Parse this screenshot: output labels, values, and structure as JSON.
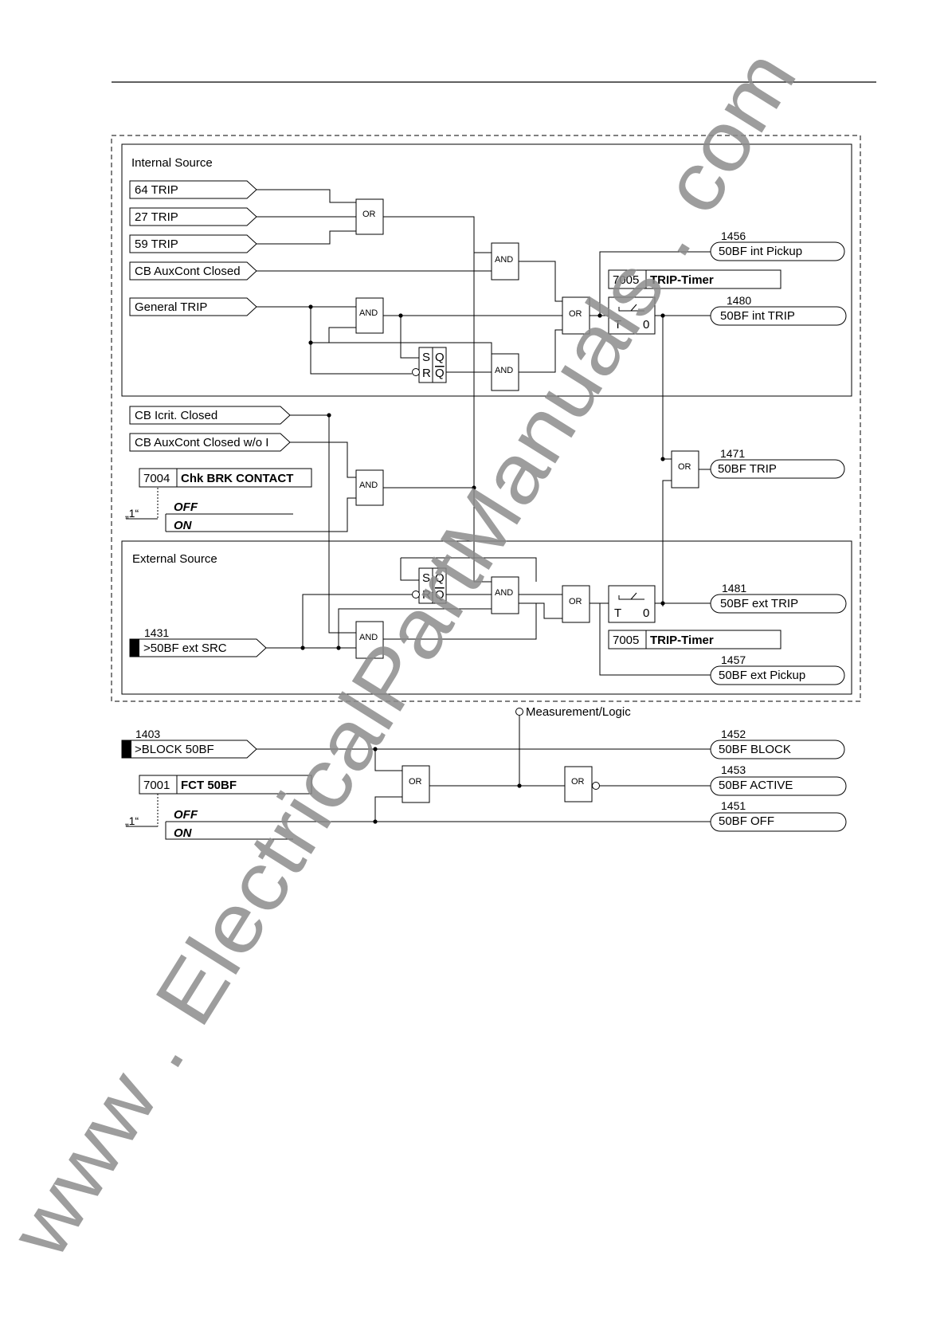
{
  "sections": {
    "internal": "Internal Source",
    "external": "External Source",
    "measurement": "Measurement/Logic"
  },
  "inputs": {
    "trip64": "64 TRIP",
    "trip27": "27 TRIP",
    "trip59": "59 TRIP",
    "cb_auxcont": "CB AuxCont Closed",
    "general_trip": "General TRIP",
    "cb_icrit": "CB Icrit. Closed",
    "cb_auxcont_wo": "CB AuxCont Closed  w/o I",
    "ext_src_num": "1431",
    "ext_src": ">50BF ext SRC",
    "block_num": "1403",
    "block": ">BLOCK 50BF"
  },
  "settings": {
    "timer_num": "7005",
    "timer_label": "TRIP-Timer",
    "chk_num": "7004",
    "chk_label": "Chk BRK CONTACT",
    "fct_num": "7001",
    "fct_label": "FCT 50BF",
    "const_one": "„1“",
    "off": "OFF",
    "on": "ON"
  },
  "outputs": {
    "int_pickup_num": "1456",
    "int_pickup": "50BF int Pickup",
    "int_trip_num": "1480",
    "int_trip": "50BF int TRIP",
    "trip_num": "1471",
    "trip": "50BF TRIP",
    "ext_trip_num": "1481",
    "ext_trip": "50BF ext TRIP",
    "ext_pickup_num": "1457",
    "ext_pickup": "50BF ext Pickup",
    "block_out_num": "1452",
    "block_out": "50BF BLOCK",
    "active_num": "1453",
    "active": "50BF ACTIVE",
    "off_num": "1451",
    "off_out": "50BF OFF"
  },
  "gates": {
    "or": "OR",
    "and": "AND",
    "s": "S",
    "r": "R",
    "q": "Q",
    "qbar": "Q",
    "t": "T",
    "zero": "0"
  },
  "watermark": "www . ElectricalPartManuals . com"
}
